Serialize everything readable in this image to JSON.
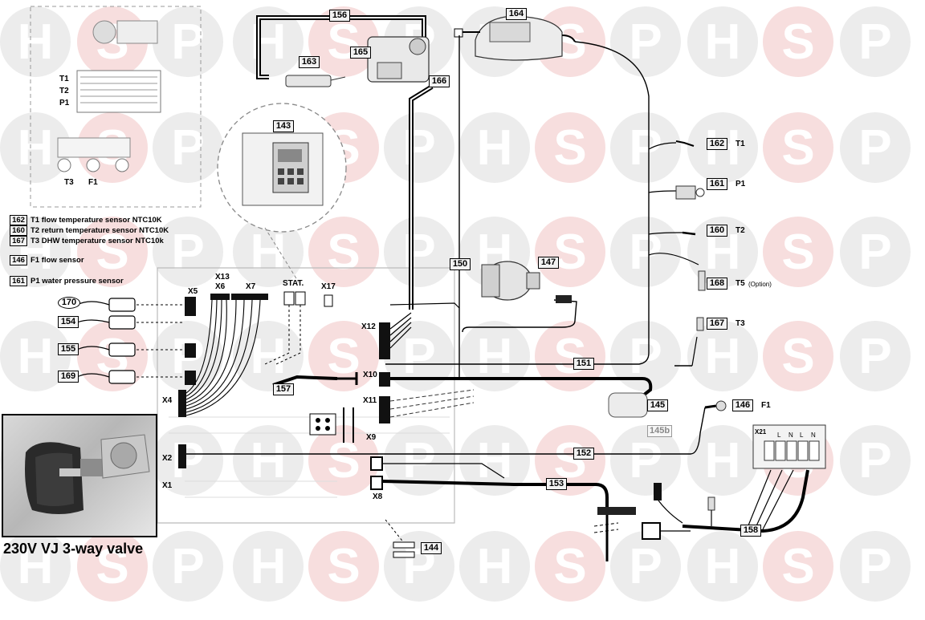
{
  "watermark": {
    "letters": [
      "H",
      "S",
      "P"
    ],
    "colors": {
      "gray": "#ececec",
      "red": "#f7dede"
    }
  },
  "legend": [
    {
      "num": "162",
      "text": "T1  flow temperature sensor NTC10K"
    },
    {
      "num": "160",
      "text": "T2  return temperature sensor NTC10K"
    },
    {
      "num": "167",
      "text": "T3  DHW temperature sensor NTC10k"
    },
    {
      "num": "146",
      "text": "F1  flow sensor"
    },
    {
      "num": "161",
      "text": "P1  water pressure sensor"
    }
  ],
  "inset": {
    "t1": "T1",
    "t2": "T2",
    "p1": "P1",
    "t3": "T3",
    "f1": "F1"
  },
  "parts": {
    "p156": "156",
    "p164": "164",
    "p163": "163",
    "p165": "165",
    "p166": "166",
    "p143": "143",
    "p162": "162",
    "p161": "161",
    "p160": "160",
    "p168": "168",
    "p167": "167",
    "p150": "150",
    "p147": "147",
    "p151": "151",
    "p145": "145",
    "p145b": "145b",
    "p146": "146",
    "p152": "152",
    "p153": "153",
    "p158": "158",
    "p144": "144",
    "p157": "157",
    "p170": "170",
    "p154": "154",
    "p155": "155",
    "p169": "169"
  },
  "sensor_labels": {
    "t1": "T1",
    "p1": "P1",
    "t2": "T2",
    "t5": "T5",
    "t5_option": "(Option)",
    "t3": "T3",
    "f1": "F1"
  },
  "connectors": {
    "x13": "X13",
    "x6": "X6",
    "x7": "X7",
    "x5": "X5",
    "stat": "STAT.",
    "x17": "X17",
    "x12": "X12",
    "x10": "X10",
    "x11": "X11",
    "x4": "X4",
    "x9": "X9",
    "x2": "X2",
    "x1": "X1",
    "x8": "X8",
    "x21": "X21"
  },
  "terminal_labels": [
    "L",
    "N",
    "L",
    "N"
  ],
  "valve_caption": "230V VJ 3-way valve"
}
